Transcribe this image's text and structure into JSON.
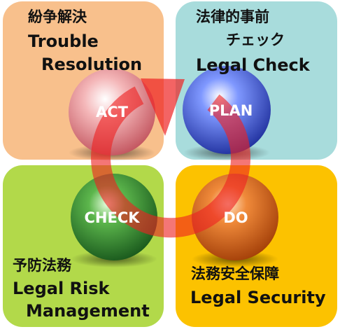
{
  "quadrants": {
    "act": {
      "jp": "紛争解決",
      "en_line1": "Trouble",
      "en_line2": "Resolution",
      "ball_label": "ACT"
    },
    "plan": {
      "jp": "法律的事前",
      "jp_line2": "チェック",
      "en": "Legal Check",
      "ball_label": "PLAN"
    },
    "check": {
      "jp": "予防法務",
      "en_line1": "Legal Risk",
      "en_line2": "Management",
      "ball_label": "CHECK"
    },
    "do": {
      "jp": "法務安全保障",
      "en": "Legal Security",
      "ball_label": "DO"
    }
  },
  "colors": {
    "act_bg": "#f8c08c",
    "plan_bg": "#a8dcdc",
    "check_bg": "#b2d94a",
    "do_bg": "#fcc200",
    "act_ball": "#e07a80",
    "plan_ball": "#3a55c8",
    "check_ball": "#2f8a2a",
    "do_ball": "#e06a10",
    "cycle_arrow": "#ee2222"
  }
}
